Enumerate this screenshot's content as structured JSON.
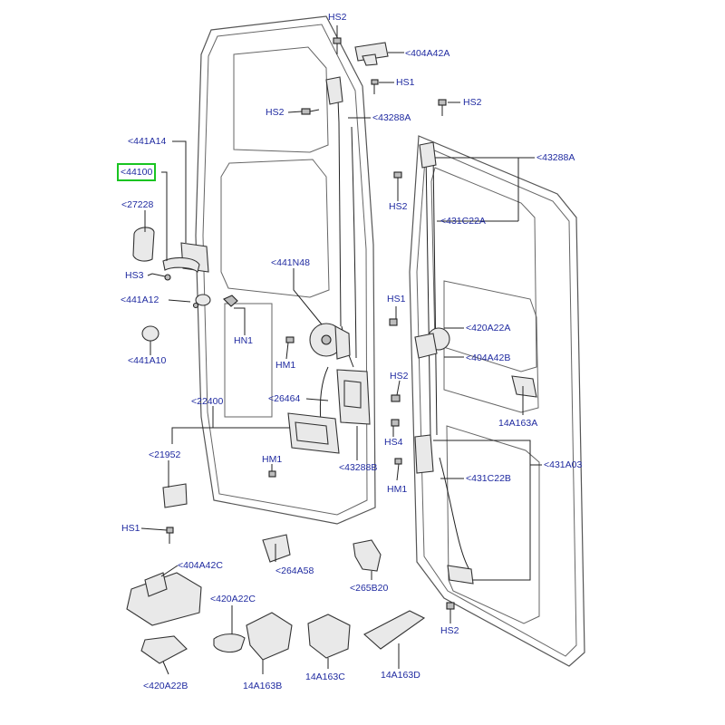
{
  "labels": {
    "hs2_top": "HS2",
    "a404a42a": "<404A42A",
    "hs1_top": "HS1",
    "hs2_left": "HS2",
    "a43288a_1": "<43288A",
    "hs2_right": "HS2",
    "a441a14": "<441A14",
    "a44100": "<44100",
    "a43288a_2": "<43288A",
    "hs2_mid": "HS2",
    "a27228": "<27228",
    "a431c22a": "<431C22A",
    "a441n48": "<441N48",
    "hs3": "HS3",
    "a441a12": "<441A12",
    "hs1_mid": "HS1",
    "a420a22a": "<420A22A",
    "hn1_left": "HN1",
    "a404a42b": "<404A42B",
    "a441a10": "<441A10",
    "hm1_upper": "HM1",
    "hs2_lower": "HS2",
    "a22400": "<22400",
    "a26464": "<26464",
    "a14a163a": "14A163A",
    "hs4": "HS4",
    "a21952": "<21952",
    "a43288b": "<43288B",
    "a431a03": "<431A03",
    "hm1_lower": "HM1",
    "a431c22b": "<431C22B",
    "hm1_right": "HM1",
    "hs1_bottom": "HS1",
    "a404a42c": "<404A42C",
    "a264a58": "<264A58",
    "a265b20": "<265B20",
    "a420a22c": "<420A22C",
    "hs2_bottom": "HS2",
    "a420a22b": "<420A22B",
    "a14a163b": "14A163B",
    "a14a163c": "14A163C",
    "a14a163d": "14A163D"
  },
  "colors": {
    "label_text": "#1f2aa0",
    "highlight_box": "#19c421",
    "line_art": "#222222"
  }
}
